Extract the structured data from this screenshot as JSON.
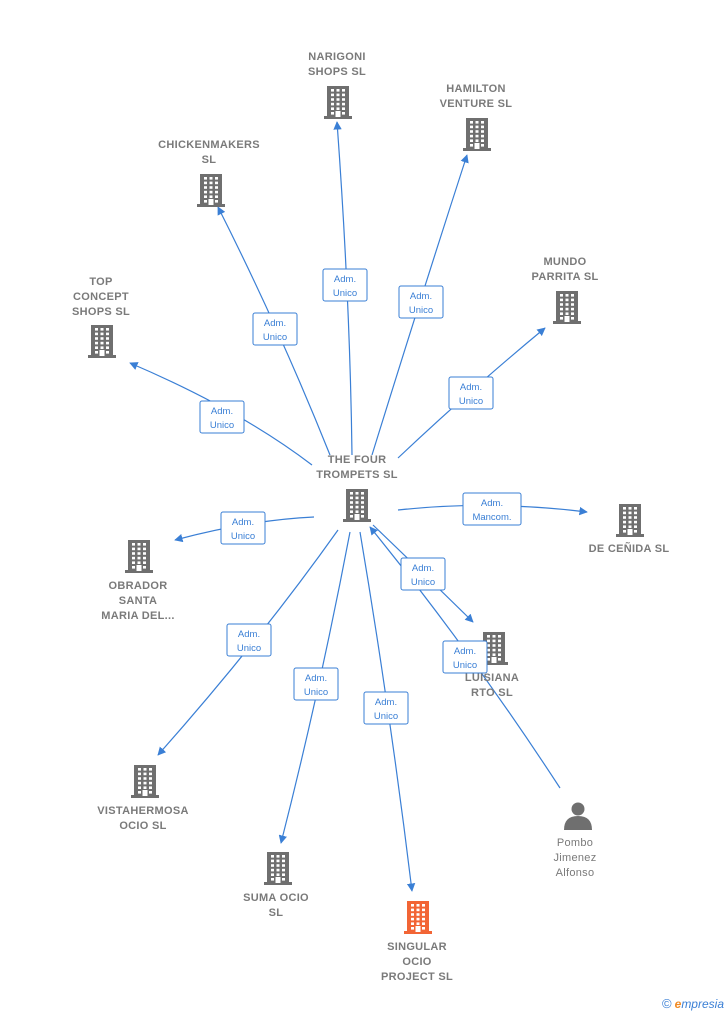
{
  "nodes": [
    {
      "id": "four",
      "type": "company",
      "label": [
        "THE FOUR",
        "TROMPETS  SL"
      ],
      "color": "#6f6f6f"
    },
    {
      "id": "narigoni",
      "type": "company",
      "label": [
        "NARIGONI",
        "SHOPS  SL"
      ],
      "color": "#6f6f6f"
    },
    {
      "id": "hamilton",
      "type": "company",
      "label": [
        "HAMILTON",
        "VENTURE  SL"
      ],
      "color": "#6f6f6f"
    },
    {
      "id": "chicken",
      "type": "company",
      "label": [
        "CHICKENMAKERS",
        "SL"
      ],
      "color": "#6f6f6f"
    },
    {
      "id": "mundo",
      "type": "company",
      "label": [
        "MUNDO",
        "PARRITA  SL"
      ],
      "color": "#6f6f6f"
    },
    {
      "id": "top",
      "type": "company",
      "label": [
        "TOP",
        "CONCEPT",
        "SHOPS  SL"
      ],
      "color": "#6f6f6f"
    },
    {
      "id": "cenida",
      "type": "company",
      "label": [
        "DE CEÑIDA  SL"
      ],
      "color": "#6f6f6f"
    },
    {
      "id": "obrador",
      "type": "company",
      "label": [
        "OBRADOR",
        "SANTA",
        "MARIA DEL..."
      ],
      "color": "#6f6f6f"
    },
    {
      "id": "luisiana",
      "type": "company",
      "label": [
        "LUISIANA",
        "RTO  SL"
      ],
      "color": "#6f6f6f"
    },
    {
      "id": "vista",
      "type": "company",
      "label": [
        "VISTAHERMOSA",
        "OCIO  SL"
      ],
      "color": "#6f6f6f"
    },
    {
      "id": "suma",
      "type": "company",
      "label": [
        "SUMA OCIO",
        "SL"
      ],
      "color": "#6f6f6f"
    },
    {
      "id": "singular",
      "type": "company",
      "label": [
        "SINGULAR",
        "OCIO",
        "PROJECT  SL"
      ],
      "color": "#f26535"
    },
    {
      "id": "pombo",
      "type": "person",
      "label": [
        "Pombo",
        "Jimenez",
        "Alfonso"
      ],
      "color": "#6f6f6f"
    }
  ],
  "edges": [
    {
      "from": "four",
      "to": "narigoni",
      "label": [
        "Adm.",
        "Unico"
      ]
    },
    {
      "from": "four",
      "to": "hamilton",
      "label": [
        "Adm.",
        "Unico"
      ]
    },
    {
      "from": "four",
      "to": "chicken",
      "label": [
        "Adm.",
        "Unico"
      ]
    },
    {
      "from": "four",
      "to": "mundo",
      "label": [
        "Adm.",
        "Unico"
      ]
    },
    {
      "from": "four",
      "to": "top",
      "label": [
        "Adm.",
        "Unico"
      ]
    },
    {
      "from": "four",
      "to": "cenida",
      "label": [
        "Adm.",
        "Mancom."
      ]
    },
    {
      "from": "four",
      "to": "obrador",
      "label": [
        "Adm.",
        "Unico"
      ]
    },
    {
      "from": "four",
      "to": "luisiana",
      "label": [
        "Adm.",
        "Unico"
      ]
    },
    {
      "from": "four",
      "to": "vista",
      "label": [
        "Adm.",
        "Unico"
      ]
    },
    {
      "from": "four",
      "to": "suma",
      "label": [
        "Adm.",
        "Unico"
      ]
    },
    {
      "from": "four",
      "to": "singular",
      "label": [
        "Adm.",
        "Unico"
      ]
    },
    {
      "from": "pombo",
      "to": "four",
      "label": [
        "Adm.",
        "Unico"
      ]
    }
  ],
  "brand": {
    "copyright": "©",
    "first_letter": "e",
    "rest": "mpresia"
  }
}
